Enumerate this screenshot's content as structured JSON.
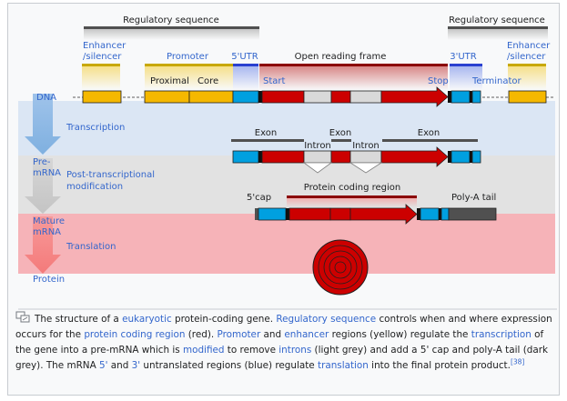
{
  "labels": {
    "reg_seq_left": "Regulatory sequence",
    "reg_seq_right": "Regulatory sequence",
    "enhancer_left_1": "Enhancer",
    "enhancer_left_2": "/silencer",
    "promoter": "Promoter",
    "utr5": "5'UTR",
    "orf": "Open reading frame",
    "utr3": "3'UTR",
    "enhancer_right_1": "Enhancer",
    "enhancer_right_2": "/silencer",
    "proximal": "Proximal",
    "core": "Core",
    "start": "Start",
    "stop": "Stop",
    "terminator": "Terminator",
    "exon_1": "Exon",
    "exon_2": "Exon",
    "exon_3": "Exon",
    "intron_1": "Intron",
    "intron_2": "Intron",
    "cap5": "5'cap",
    "protein_coding_region": "Protein coding region",
    "polya": "Poly-A tail"
  },
  "stages": {
    "dna": "DNA",
    "premrna_1": "Pre-",
    "premrna_2": "mRNA",
    "mature_1": "Mature",
    "mature_2": "mRNA",
    "protein": "Protein"
  },
  "processes": {
    "transcription": "Transcription",
    "post_1": "Post-transcriptional",
    "post_2": "modification",
    "translation": "Translation"
  },
  "caption": {
    "t1": "The structure of a ",
    "l1": "eukaryotic",
    "t2": " protein-coding gene. ",
    "l2": "Regulatory sequence",
    "t3": " controls when and where expression occurs for the ",
    "l3": "protein coding region",
    "t4": " (red). ",
    "l4": "Promoter",
    "t5": " and ",
    "l5": "enhancer",
    "t6": " regions (yellow) regulate the ",
    "l6": "transcription",
    "t7": " of the gene into a pre-mRNA which is ",
    "l7": "modified",
    "t8": " to remove ",
    "l8": "introns",
    "t9": " (light grey) and add a 5' cap and poly-A tail (dark grey). The mRNA ",
    "l9": "5'",
    "t10": " and ",
    "l10": "3'",
    "t11": " untranslated regions (blue) regulate ",
    "l11": "translation",
    "t12": " into the final protein product.",
    "ref": "[38]"
  },
  "colors": {
    "coding": "#cc0000",
    "regulatory": "#f5b800",
    "utr": "#00a0e0",
    "intron": "#d9d9d9",
    "tail": "#505050",
    "link": "#3366cc"
  }
}
